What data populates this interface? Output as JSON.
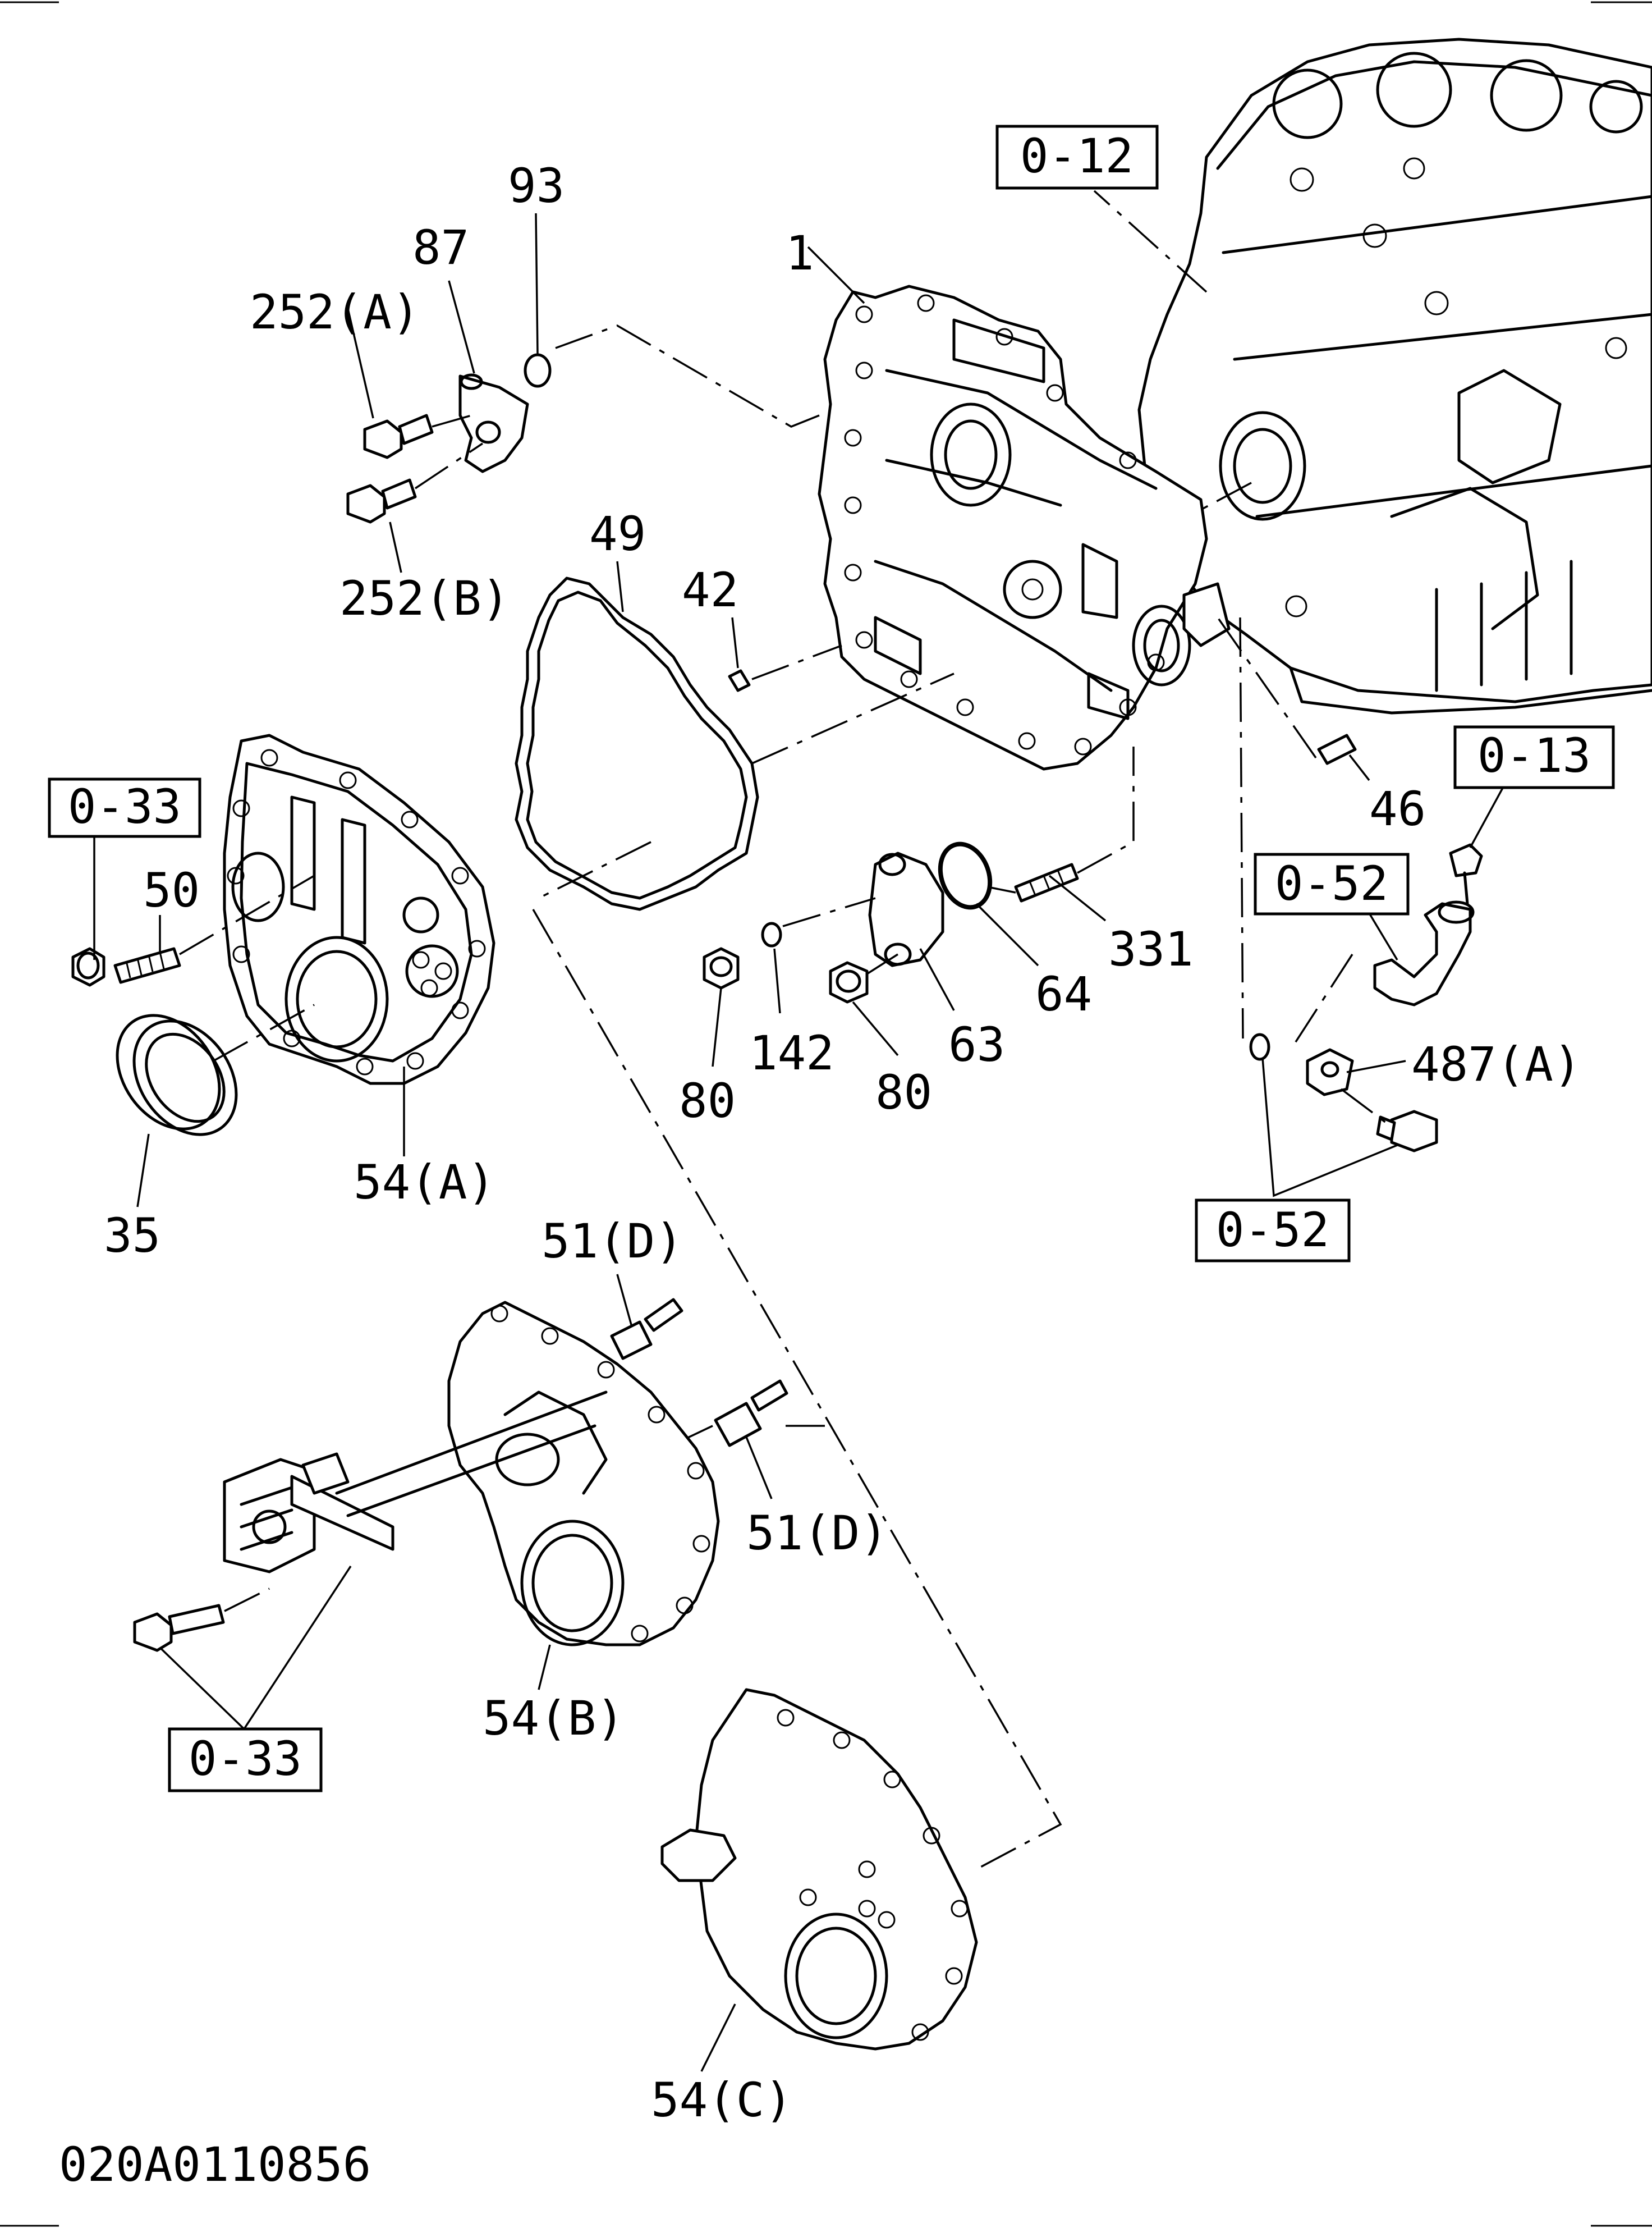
{
  "diagram_code": "020A0110856",
  "ref_boxes": {
    "top_block": "0-12",
    "breather": "0-13",
    "pipe": "0-52",
    "pipe_bolt": "0-52",
    "cover_a": "0-33",
    "cover_b": "0-33"
  },
  "callouts": {
    "p1": "1",
    "p87": "87",
    "p93": "93",
    "p252a": "252(A)",
    "p252b": "252(B)",
    "p49": "49",
    "p42": "42",
    "p46": "46",
    "p50": "50",
    "p331": "331",
    "p64": "64",
    "p142": "142",
    "p63": "63",
    "p80a": "80",
    "p80b": "80",
    "p487a": "487(A)",
    "p35": "35",
    "p54a": "54(A)",
    "p51d_top": "51(D)",
    "p51d_bottom": "51(D)",
    "p54b": "54(B)",
    "p54c": "54(C)"
  }
}
